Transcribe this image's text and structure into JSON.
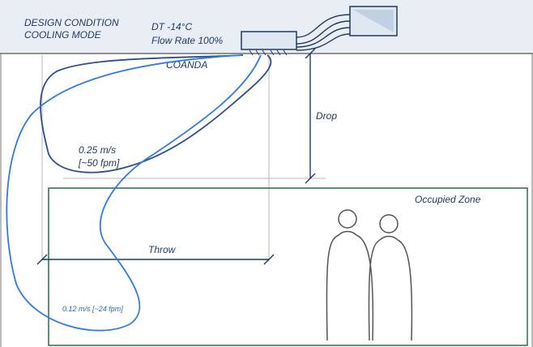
{
  "labels": {
    "design_condition": "DESIGN CONDITION",
    "cooling_mode": "COOLING MODE",
    "dt": "DT -14°C",
    "flow_rate": "Flow Rate 100%",
    "coanda": "COANDA",
    "drop": "Drop",
    "velocity_high_1": "0.25 m/s",
    "velocity_high_2": "[~50 fpm]",
    "throw": "Throw",
    "velocity_low": "0.12 m/s [~24 fpm]",
    "occupied_zone": "Occupied Zone"
  },
  "colors": {
    "dark_blue": "#1f3a66",
    "mid_blue": "#2b4f8f",
    "light_blue": "#2f7be0",
    "zone_green": "#2e7d4f",
    "guide_gray": "#c8c8c8",
    "person_gray": "#555555",
    "unit_fill": "#dfe7f2"
  }
}
